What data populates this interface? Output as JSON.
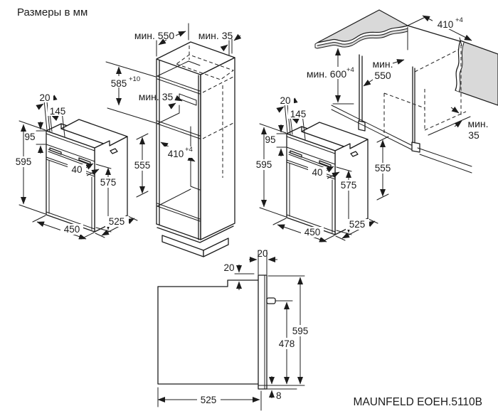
{
  "title": "Размеры в мм",
  "model": "MAUNFELD EOEH.5110B",
  "units_note": "мм",
  "colors": {
    "line": "#1c1c1c",
    "surface_gray": "#d9d9d9",
    "background": "#ffffff"
  },
  "oven_iso": {
    "top_trim": "20",
    "panel_depth": "145",
    "panel_height": "95",
    "height": "595",
    "handle_gap": "40",
    "door_height": "575",
    "body_height": "555",
    "width": "450",
    "depth": "525"
  },
  "tall_cabinet": {
    "depth": "мин. 550",
    "rear_gap": "мин. 35",
    "vent_gap": "мин. 35",
    "niche_height": {
      "base": "585",
      "sup": "+10"
    },
    "niche_width": {
      "base": "410",
      "sup": "+4"
    }
  },
  "base_cabinet": {
    "niche_width": {
      "base": "410",
      "sup": "+4"
    },
    "niche_height": {
      "base": "мин. 600",
      "sup": "+4"
    },
    "depth_label": [
      "мин.",
      "550"
    ],
    "rear_gap": [
      "мин.",
      "35"
    ]
  },
  "side_view": {
    "door_top_depth": "20",
    "top_clearance": "20",
    "height": "595",
    "handle_to_bottom": "478",
    "door_overhang": "8",
    "depth": "525"
  }
}
